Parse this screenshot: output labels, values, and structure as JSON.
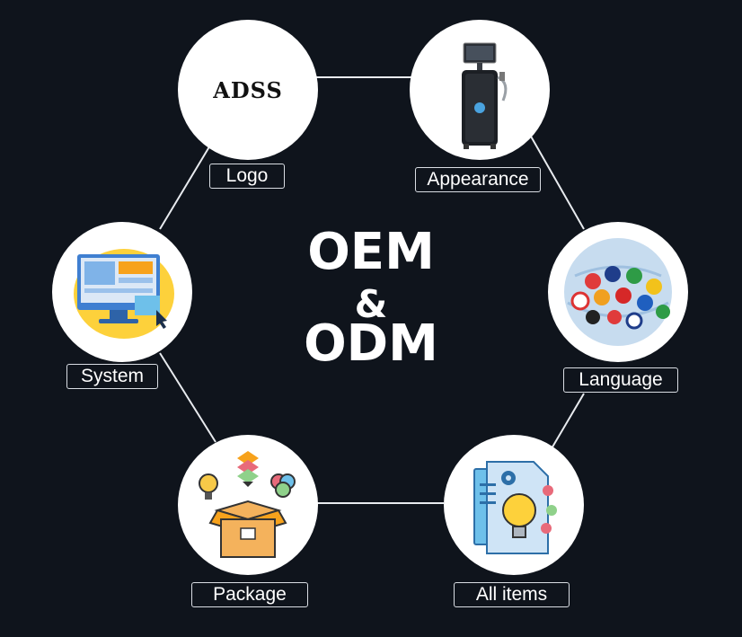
{
  "center": {
    "line1": "OEM",
    "line2": "&",
    "line3": "ODM"
  },
  "nodes": {
    "logo": {
      "label": "Logo",
      "text": "ADSS"
    },
    "appearance": {
      "label": "Appearance"
    },
    "language": {
      "label": "Language"
    },
    "all_items": {
      "label": "All items"
    },
    "package": {
      "label": "Package"
    },
    "system": {
      "label": "System"
    }
  },
  "colors": {
    "background": "#0f141c",
    "connector": "#e8ebef",
    "text": "#ffffff",
    "accent_orange": "#f7a21c",
    "accent_blue": "#2d9cdb"
  }
}
